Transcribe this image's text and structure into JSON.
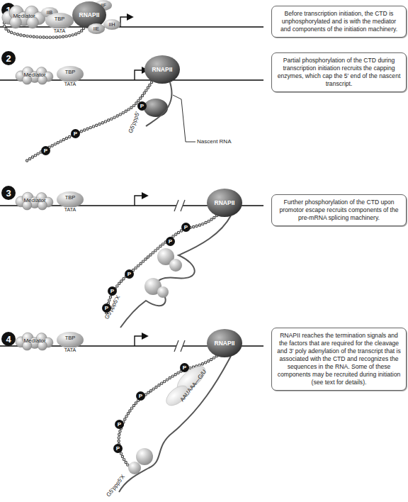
{
  "diagram": {
    "nodes": [
      {
        "text": [
          "1"
        ]
      },
      {
        "text": [
          "Mediator"
        ]
      },
      {
        "text": [
          "IIB"
        ]
      },
      {
        "text": [
          "TBP",
          "TATA"
        ]
      },
      {
        "text": [
          "IIF"
        ]
      },
      {
        "text": [
          "RNAPII"
        ]
      },
      {
        "text": [
          "IIE"
        ]
      },
      {
        "text": [
          "IIH"
        ]
      },
      {
        "text": [
          "Before transcription initiation, the CTD is unphosphorylated and is with the mediator and components of the initiation machinery."
        ]
      },
      {
        "text": [
          "2"
        ]
      },
      {
        "text": [
          "Mediator"
        ]
      },
      {
        "text": [
          "TBP",
          "TATA"
        ]
      },
      {
        "text": [
          "RNAPII"
        ]
      },
      {
        "text": [
          "P"
        ]
      },
      {
        "text": [
          "P"
        ]
      },
      {
        "text": [
          "P"
        ]
      },
      {
        "text": [
          "Partial phosphorylation of the CTD during transcription initiation recruits the capping enzymes, which cap the 5′ end of the nascent transcript."
        ]
      },
      {
        "text": [
          "3"
        ]
      },
      {
        "text": [
          "Mediator"
        ]
      },
      {
        "text": [
          "TBP",
          "TATA"
        ]
      },
      {
        "text": [
          "RNAPII"
        ]
      },
      {
        "text": [
          "P"
        ]
      },
      {
        "text": [
          "P"
        ]
      },
      {
        "text": [
          "P"
        ]
      },
      {
        "text": [
          "P"
        ]
      },
      {
        "text": [
          "P"
        ]
      },
      {
        "text": [
          "Further phosphorylation of the CTD upon promotor escape recruits components of the pre-mRNA splicing machinery."
        ]
      },
      {
        "text": [
          "4"
        ]
      },
      {
        "text": [
          "Mediator"
        ]
      },
      {
        "text": [
          "TBP",
          "TATA"
        ]
      },
      {
        "text": [
          "RNAPII"
        ]
      },
      {
        "text": [
          "P"
        ]
      },
      {
        "text": [
          "P"
        ]
      },
      {
        "text": [
          "P"
        ]
      },
      {
        "text": [
          "P"
        ]
      },
      {
        "text": [
          "RNAPII reaches the termination signals and the factors that are required for the cleavage and 3′ poly adenylation of the transcript that is associated with the CTD and recognizes the sequences in the RNA. Some of these components may be recruited during initiation (see text for details)."
        ]
      }
    ],
    "labels": [
      "Nascent RNA",
      "G5′ppp5′",
      "G5′ppp5′X",
      "AAUAAA—G/U",
      "G5′ppp5′X"
    ]
  }
}
